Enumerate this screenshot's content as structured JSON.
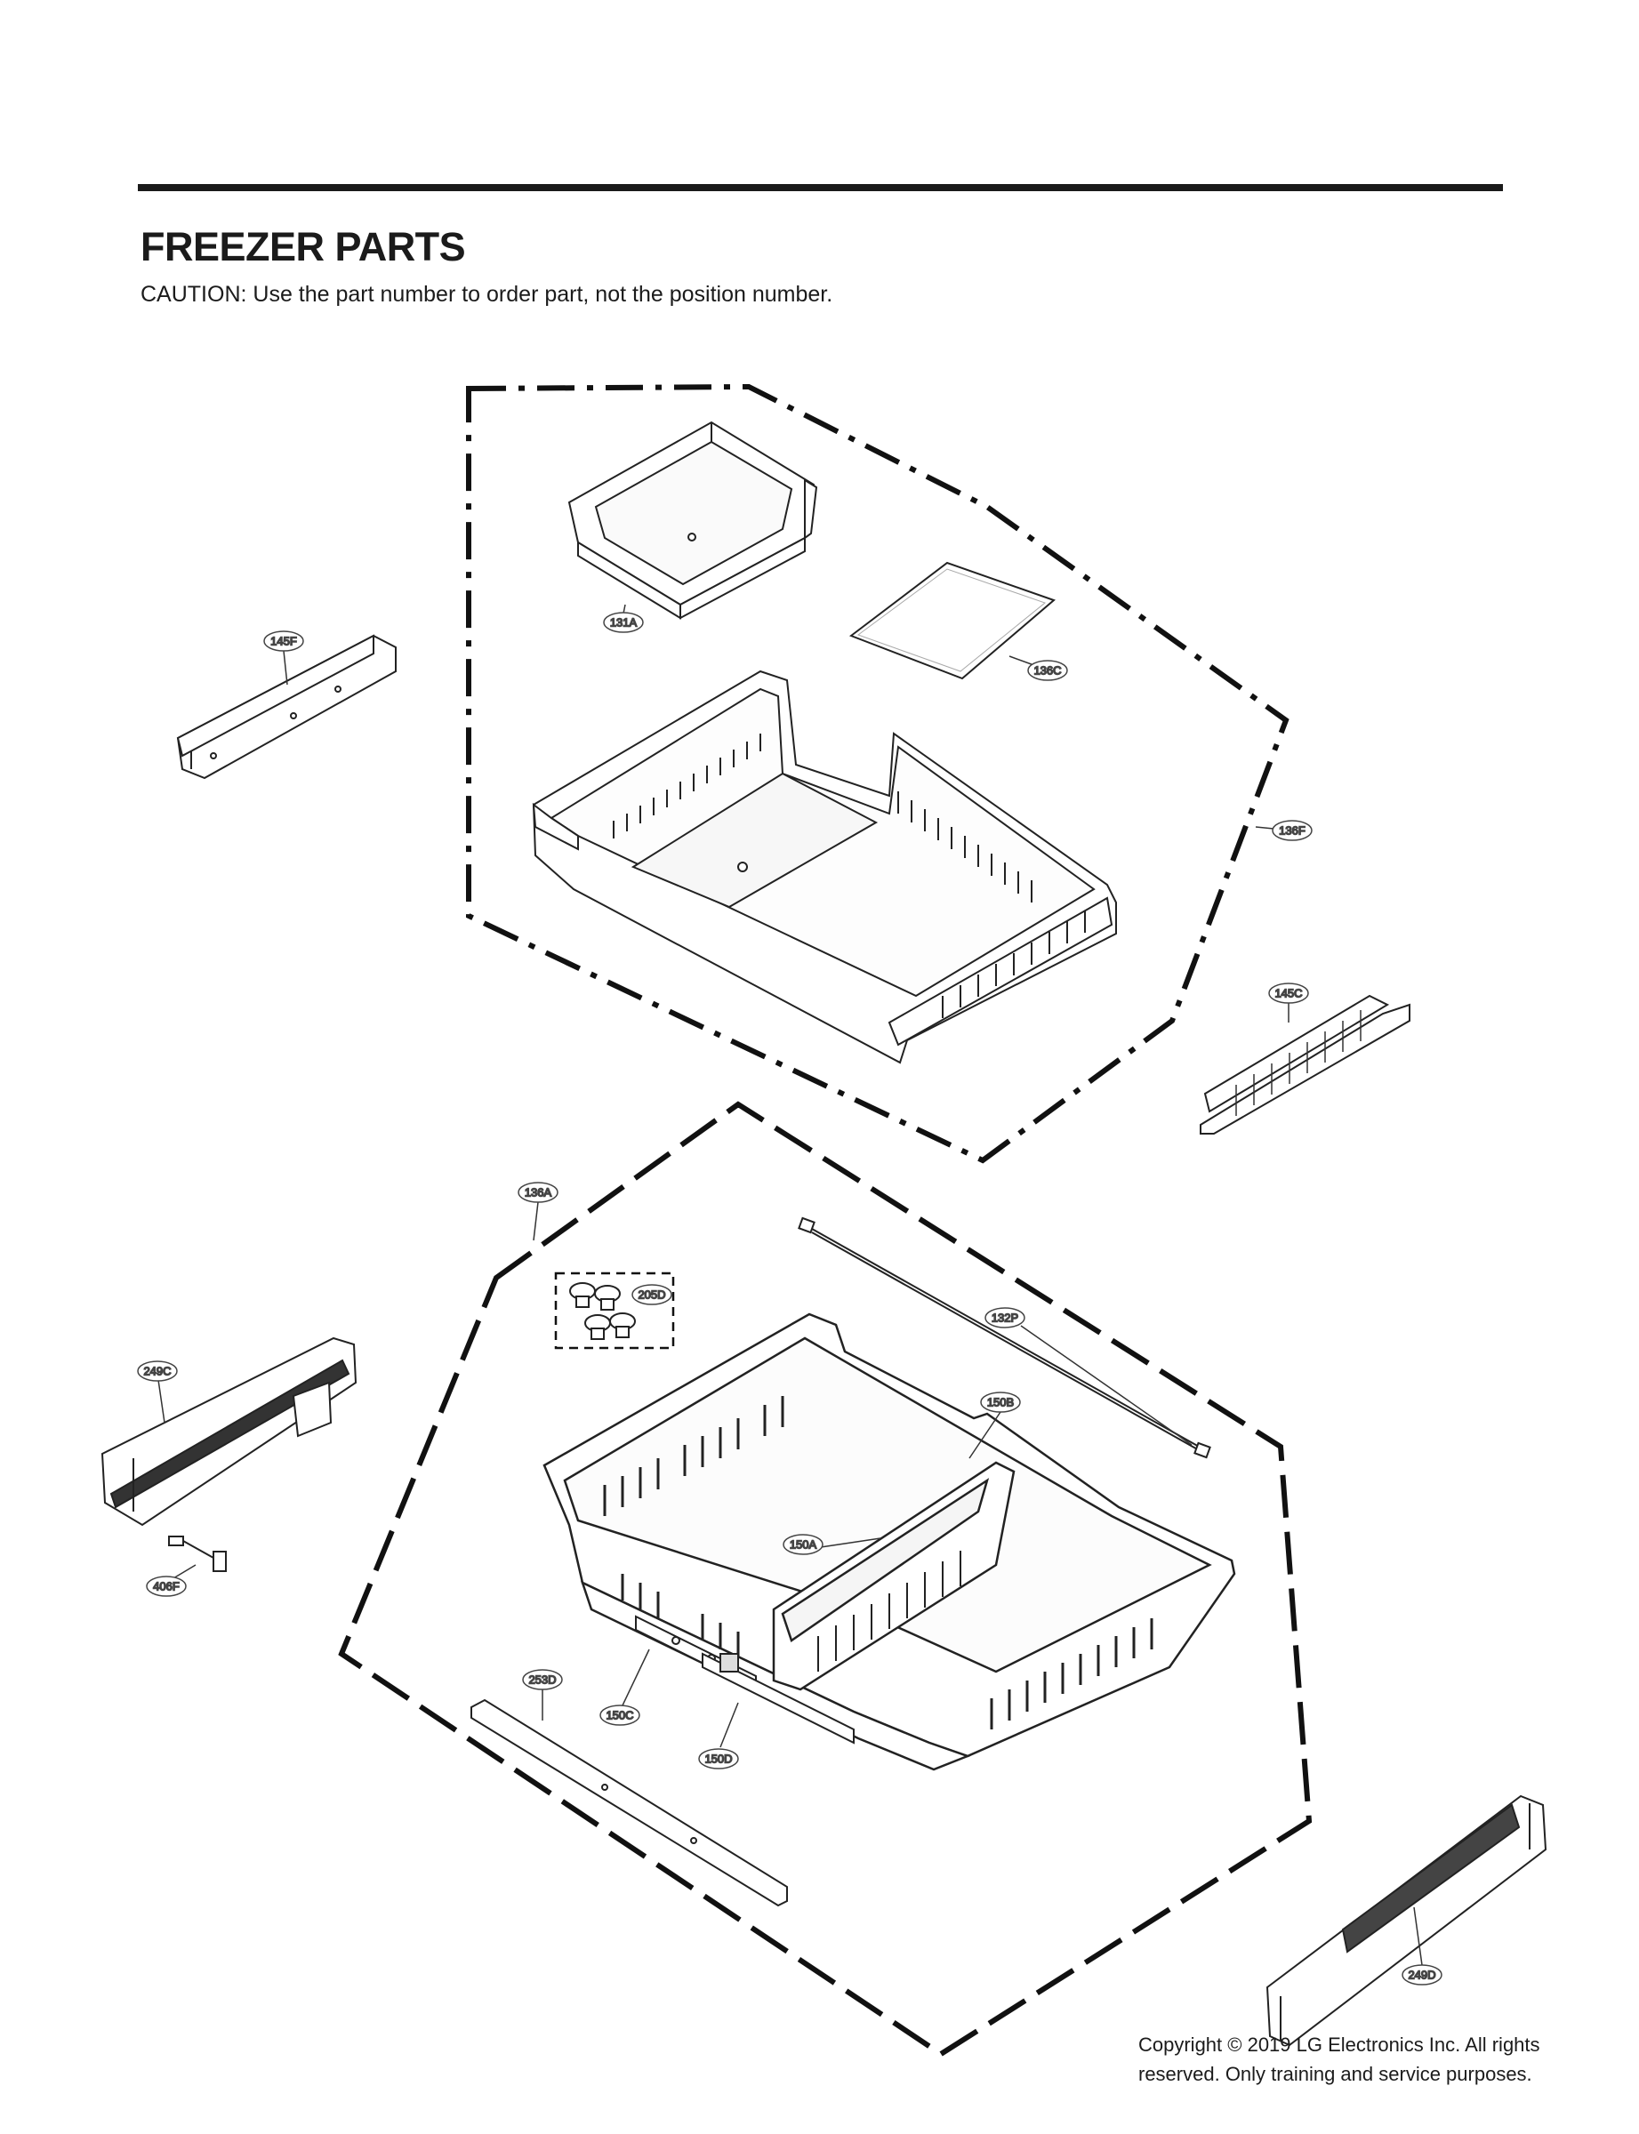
{
  "header": {
    "title": "FREEZER PARTS",
    "caution": "CAUTION: Use the part number to order part, not the position number."
  },
  "callouts": {
    "c131A": "131A",
    "c136C": "136C",
    "c136F": "136F",
    "c145F": "145F",
    "c145C": "145C",
    "c136A": "136A",
    "c205D": "205D",
    "c132P": "132P",
    "c150B": "150B",
    "c249C": "249C",
    "c150A": "150A",
    "c406F": "406F",
    "c253D": "253D",
    "c150C": "150C",
    "c150D": "150D",
    "c249D": "249D"
  },
  "footer": {
    "copyright_line1": "Copyright © 2019  LG Electronics Inc. All rights",
    "copyright_line2": "reserved. Only training and service purposes."
  }
}
